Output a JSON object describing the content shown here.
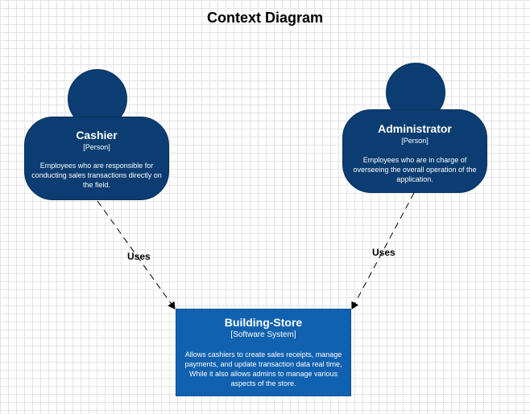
{
  "diagram": {
    "title": "Context Diagram",
    "cashier": {
      "name": "Cashier",
      "type": "[Person]",
      "description": "Employees who are responsible for conducting sales transactions directly on the field."
    },
    "administrator": {
      "name": "Administrator",
      "type": "[Person]",
      "description": "Employees who are in charge of overseeing the overall operation of the application."
    },
    "system": {
      "name": "Building-Store",
      "type": "[Software System]",
      "description": "Allows cashiers to create sales receipts, manage payments, and update transaction data real time, While it also allows admins to manage various aspects of the store."
    },
    "edges": [
      {
        "label": "Uses"
      },
      {
        "label": "Uses"
      }
    ],
    "colors": {
      "person_fill": "#0b3d72",
      "system_fill": "#1061b0",
      "edge": "#000000"
    }
  }
}
